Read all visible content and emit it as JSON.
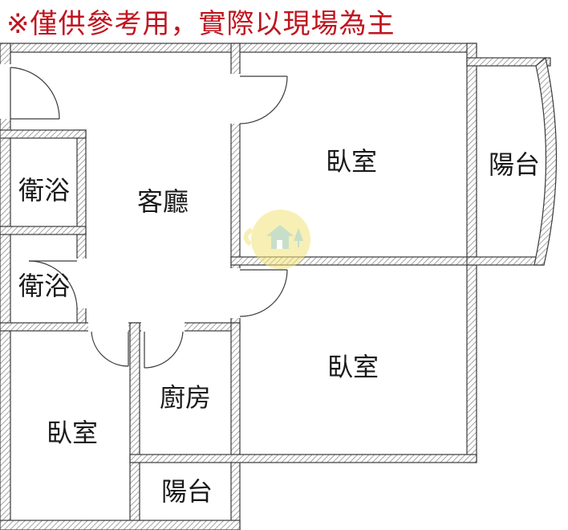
{
  "disclaimer": "※僅供參考用，實際以現場為主",
  "rooms": {
    "living_room": "客廳",
    "bedroom_top": "臥室",
    "bedroom_middle": "臥室",
    "bedroom_bottom_left": "臥室",
    "balcony_right": "陽台",
    "balcony_bottom": "陽台",
    "bathroom_upper": "衛浴",
    "bathroom_lower": "衛浴",
    "kitchen": "廚房"
  },
  "colors": {
    "disclaimer": "#c0141e",
    "wall_outline": "#3a3a3a",
    "wall_hatch": "#8c8c8c",
    "watermark": "#f3e27a"
  }
}
